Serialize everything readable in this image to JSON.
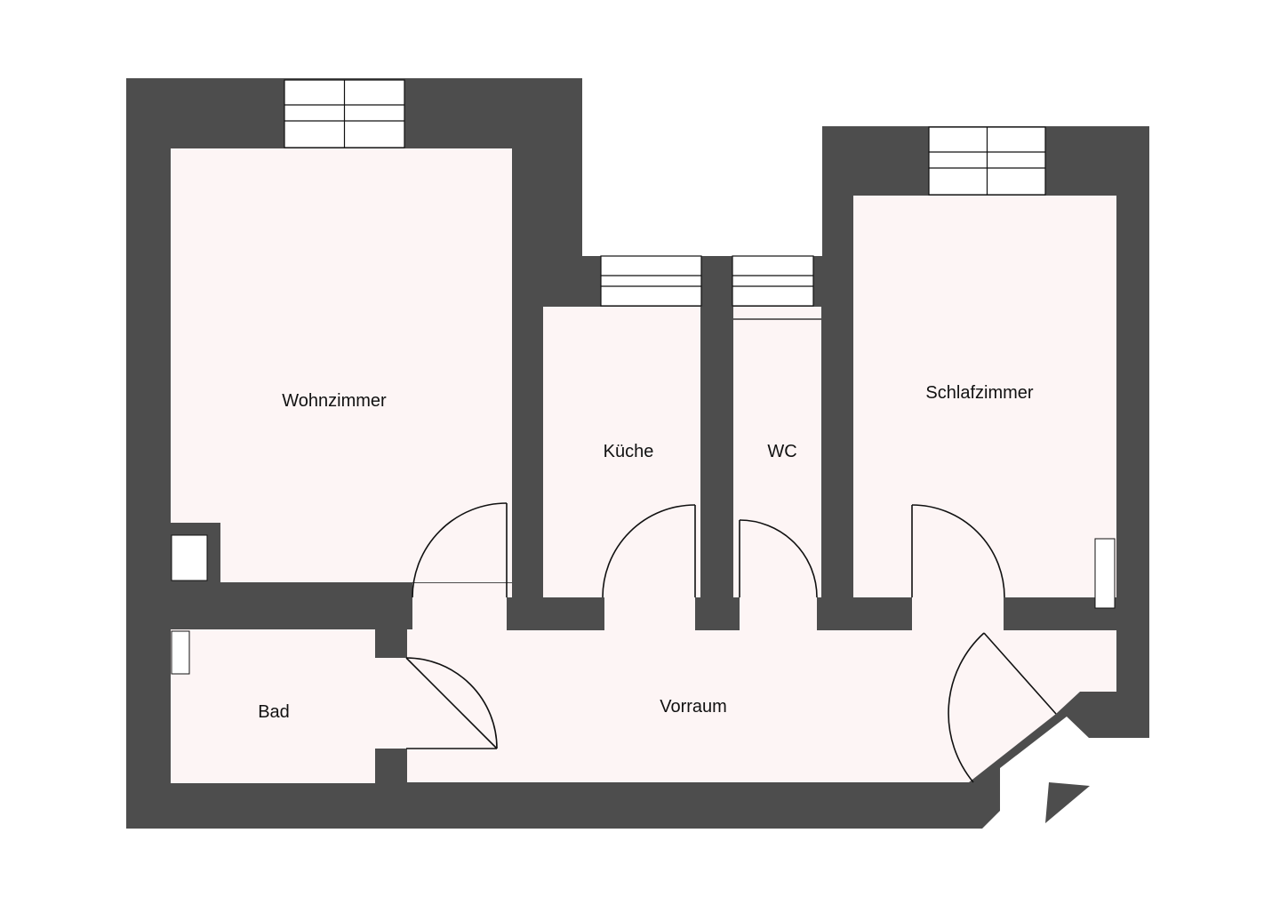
{
  "colors": {
    "wall": "#4d4d4d",
    "floor": "#fdf5f5",
    "window": "#ffffff",
    "line": "#111111",
    "background": "#ffffff"
  },
  "rooms": {
    "wohnzimmer": "Wohnzimmer",
    "kueche": "Küche",
    "wc": "WC",
    "schlafzimmer": "Schlafzimmer",
    "bad": "Bad",
    "vorraum": "Vorraum"
  },
  "symbols": {
    "door": "door-swing-icon",
    "window": "window-icon",
    "entrance": "entrance-arrow-icon"
  }
}
